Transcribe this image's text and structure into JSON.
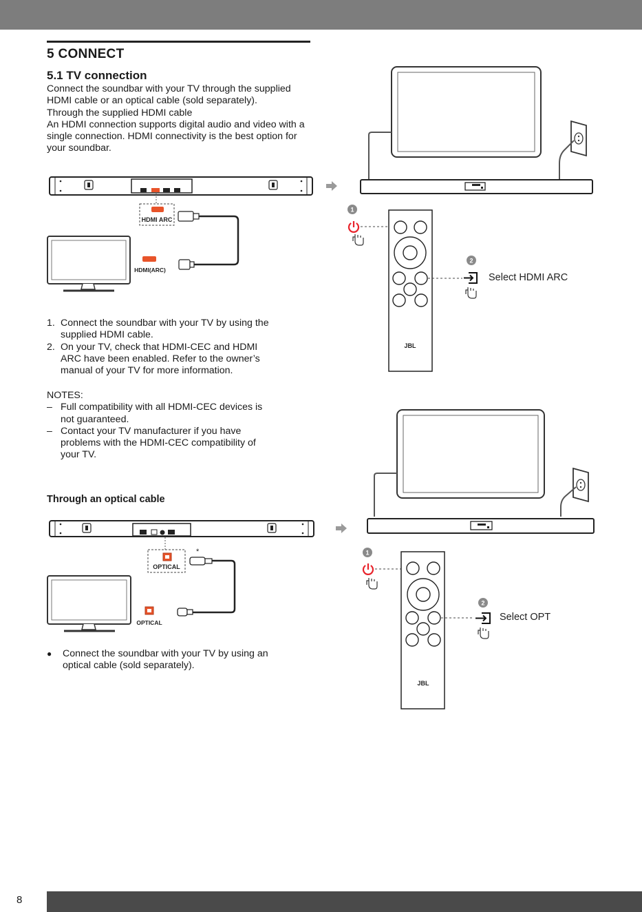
{
  "section": {
    "title": "5 CONNECT"
  },
  "subsection": {
    "title": "5.1 TV connection",
    "intro_lines": [
      "Connect the soundbar with your TV through the supplied",
      "HDMI cable or an optical cable (sold separately).",
      "Through the supplied HDMI cable",
      "An HDMI connection supports digital audio and video with a",
      "single connection. HDMI connectivity is the best option for",
      "your soundbar."
    ]
  },
  "hdmi": {
    "port_label_soundbar": "HDMI ARC",
    "port_label_tv": "HDMI(ARC)",
    "select_text": "Select HDMI ARC",
    "steps": [
      {
        "num": "1.",
        "lines": [
          "Connect the soundbar with your TV by using the",
          "supplied HDMI cable."
        ]
      },
      {
        "num": "2.",
        "lines": [
          "On your TV, check that HDMI-CEC and HDMI",
          "ARC have been enabled. Refer to the owner’s",
          "manual of your TV for more information."
        ]
      }
    ]
  },
  "notes": {
    "title": "NOTES:",
    "items": [
      {
        "lines": [
          "Full compatibility with all HDMI-CEC devices is",
          "not guaranteed."
        ]
      },
      {
        "lines": [
          "Contact your TV manufacturer if you have",
          "problems with the HDMI-CEC compatibility of",
          "your TV."
        ]
      }
    ]
  },
  "optical": {
    "title": "Through an optical cable",
    "port_label_soundbar": "OPTICAL",
    "port_label_tv": "OPTICAL",
    "asterisk": "*",
    "select_text": "Select OPT",
    "bullet_lines": [
      "Connect the soundbar with your TV by using an",
      "optical cable (sold separately)."
    ]
  },
  "step_badges": [
    "1",
    "2"
  ],
  "remote_brand": "JBL",
  "icons": [
    "power-icon",
    "input-icon",
    "hand-pointer-icon",
    "arrow-right-icon",
    "wall-socket-icon"
  ],
  "colors": {
    "power_red": "#e8222a",
    "hdmi_orange": "#e8542a",
    "badge_grey": "#8a8a8a",
    "bar_grey": "#7d7d7d"
  },
  "footer": {
    "page_number": "8"
  }
}
